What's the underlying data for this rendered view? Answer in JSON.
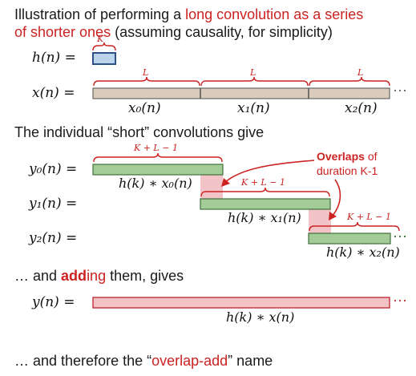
{
  "title": {
    "part1": "Illustration of performing a ",
    "highlight1": "long convolution as a series",
    "highlight2": "of shorter ones",
    "part2": " (assuming causality, for simplicity)"
  },
  "signals": {
    "h_label": "h(n) =",
    "x_label": "x(n) =",
    "K_label": "K",
    "L_label": "L",
    "x0": "x₀(n)",
    "x1": "x₁(n)",
    "x2": "x₂(n)",
    "ellipsis": "⋯"
  },
  "short_conv": {
    "heading": "The individual “short” convolutions give",
    "y0_label": "y₀(n) =",
    "y1_label": "y₁(n) =",
    "y2_label": "y₂(n) =",
    "KL_label": "K + L − 1",
    "conv0": "h(k) ∗ x₀(n)",
    "conv1": "h(k) ∗ x₁(n)",
    "conv2": "h(k) ∗ x₂(n)",
    "overlap_bold": "Overlaps",
    "overlap_rest": " of",
    "overlap_line2": "duration K-1"
  },
  "adding": {
    "prefix": "… and ",
    "highlight": "add",
    "suffix_red": "ing",
    "rest": " them, gives",
    "y_label": "y(n) =",
    "conv": "h(k) ∗ x(n)"
  },
  "footer": {
    "prefix": "… and therefore the “",
    "highlight": "overlap-add",
    "suffix": "” name"
  },
  "colors": {
    "h_fill": "#bcd3ec",
    "h_stroke": "#2b4f86",
    "x_fill": "#d9ccbb",
    "x_stroke": "#666666",
    "y_fill": "#a4cc98",
    "y_stroke": "#3f6f3a",
    "overlap_fill": "#f0b9bd",
    "sum_fill": "#f2c3c5",
    "sum_stroke": "#c0303a",
    "accent_red": "#cc2222"
  }
}
